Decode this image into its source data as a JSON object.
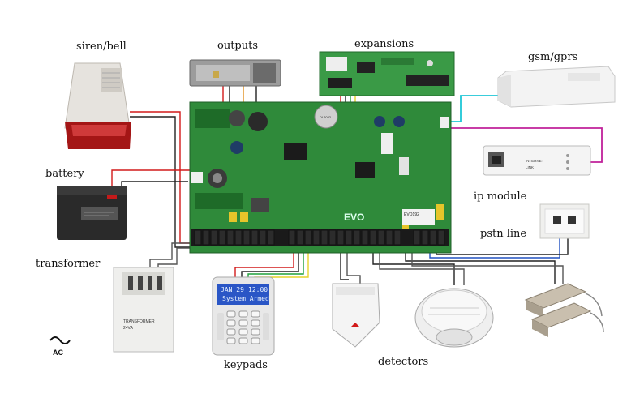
{
  "labels": {
    "siren": "siren/bell",
    "outputs": "outputs",
    "expansions": "expansions",
    "gsm": "gsm/gprs",
    "battery": "battery",
    "ip": "ip module",
    "pstn": "pstn line",
    "transformer": "transformer",
    "keypads": "keypads",
    "detectors": "detectors",
    "ac": "AC"
  },
  "board": {
    "brand": "EVO",
    "model": "EVO192",
    "chip": "DL2032"
  },
  "keypad_display": {
    "line1_left": "JAN 29",
    "line1_right": "12:00",
    "line2": "System Armed"
  },
  "ip_module_text": {
    "port1": "INTERNET",
    "port2": "LINK"
  },
  "transformer_text": {
    "line1": "TRANSFORMER",
    "line2": "24VA"
  },
  "colors": {
    "board": "#2f8a3a",
    "terminal": "#222222",
    "siren_red": "#b02020",
    "wire_red": "#d21a1a",
    "wire_black": "#222222",
    "wire_cyan": "#1fc6d6",
    "wire_magenta": "#c0209a",
    "wire_yellow": "#e6d22a",
    "wire_blue": "#2050c0",
    "wire_gray": "#666666"
  }
}
